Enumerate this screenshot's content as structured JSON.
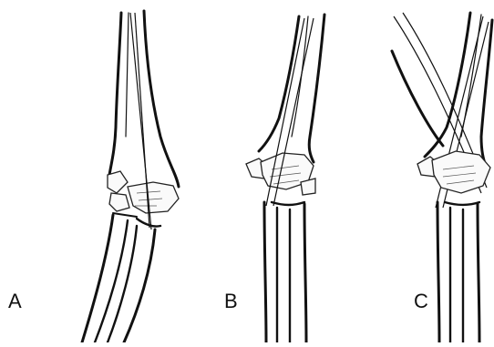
{
  "panels": [
    {
      "label": "A"
    },
    {
      "label": "B"
    },
    {
      "label": "C"
    }
  ],
  "colors": {
    "background": "#ffffff",
    "line": "#111111"
  }
}
